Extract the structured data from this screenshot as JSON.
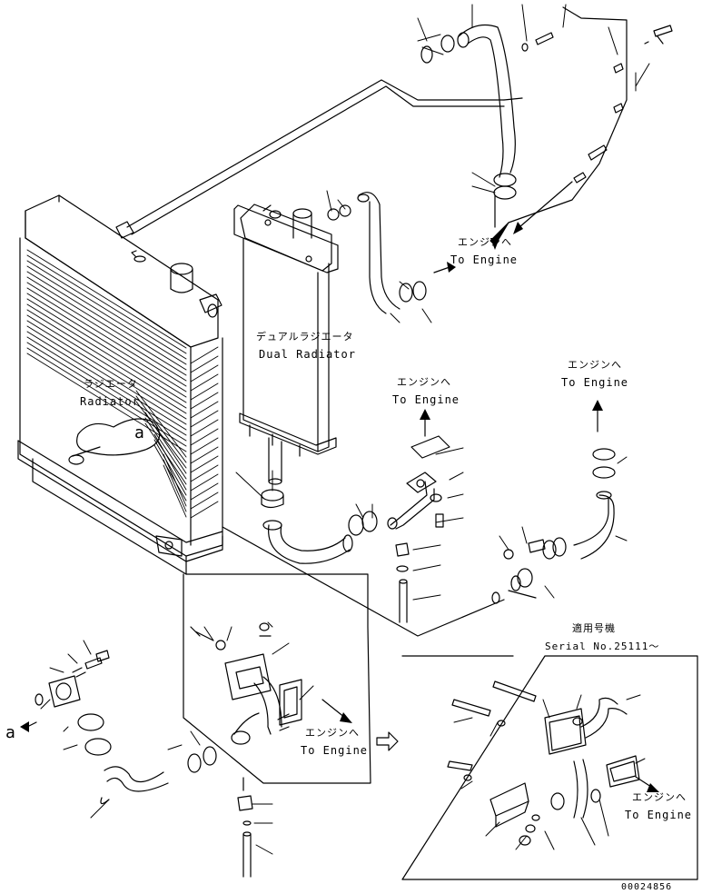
{
  "diagram": {
    "radiator": {
      "jp": "ラジエータ",
      "en": "Radiator",
      "detail_mark": "a"
    },
    "dual_radiator": {
      "jp": "デュアルラジエータ",
      "en": "Dual Radiator"
    },
    "to_engine": [
      {
        "jp": "エンジンへ",
        "en": "To Engine"
      },
      {
        "jp": "エンジンへ",
        "en": "To Engine"
      },
      {
        "jp": "エンジンへ",
        "en": "To Engine"
      },
      {
        "jp": "エンジンへ",
        "en": "To Engine"
      },
      {
        "jp": "エンジンへ",
        "en": "To Engine"
      }
    ],
    "detail_a_mark": "a",
    "serial_box": {
      "jp": "適用号機",
      "en": "Serial No.25111～"
    },
    "drawing_number": "00024856"
  }
}
